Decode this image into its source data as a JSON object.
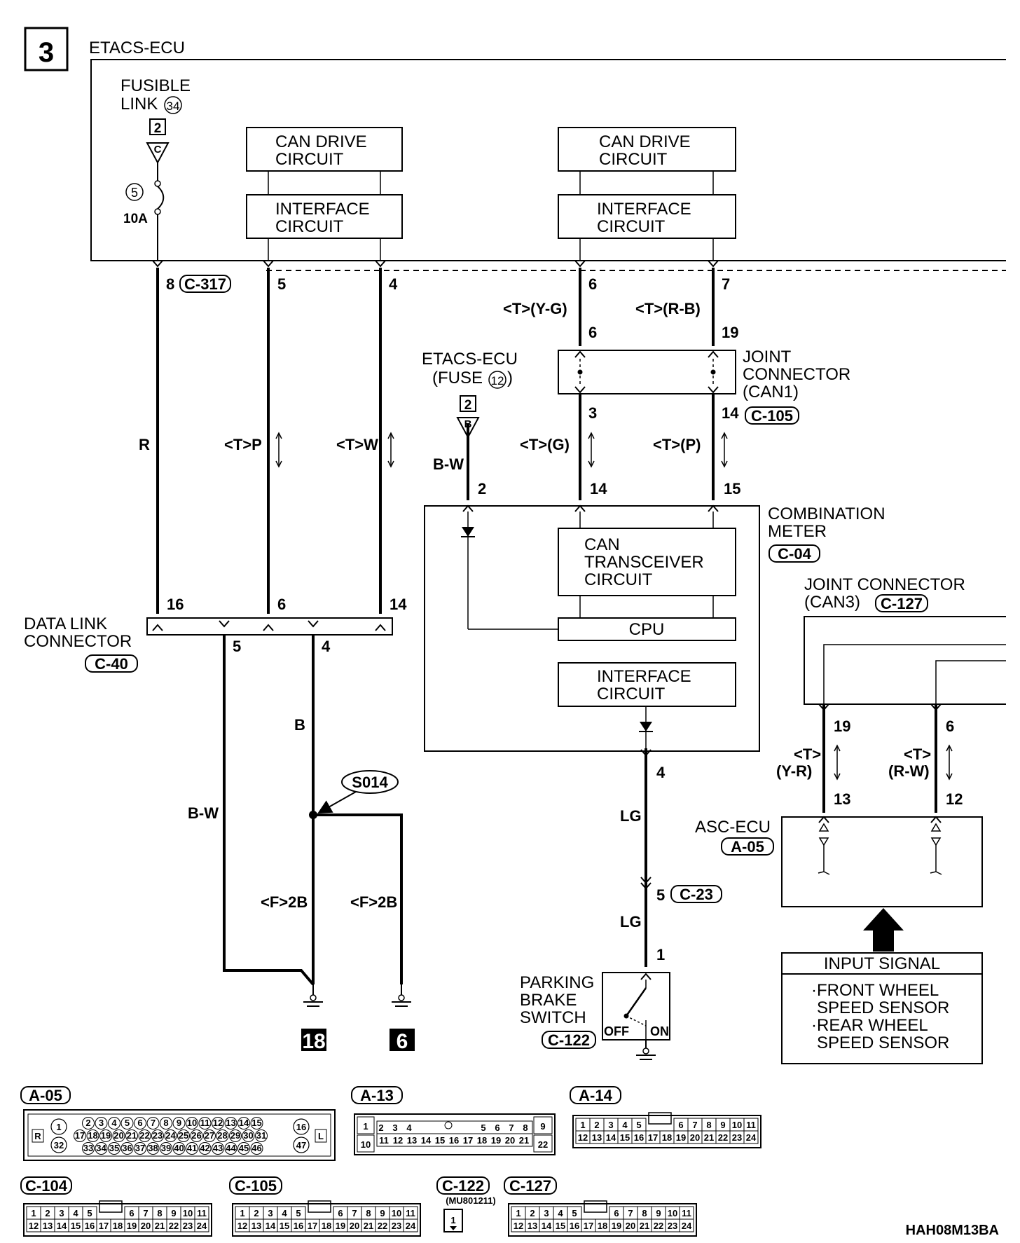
{
  "page_number": "3",
  "diagram_code": "HAH08M13BA",
  "etacs": {
    "title": "ETACS-ECU",
    "fusible_link": [
      "FUSIBLE",
      "LINK"
    ],
    "fusible_link_number": "34",
    "fuse_number": "5",
    "fuse_rating": "10A",
    "source_2": "2",
    "source_c": "C",
    "can_drive": [
      "CAN DRIVE",
      "CIRCUIT"
    ],
    "interface": [
      "INTERFACE",
      "CIRCUIT"
    ],
    "connector": "C-317",
    "pins": [
      "8",
      "5",
      "4",
      "6",
      "7"
    ]
  },
  "wires": {
    "r": "R",
    "tp": "<T>P",
    "tw": "<T>W",
    "tyg": "<T>(Y-G)",
    "trb": "<T>(R-B)",
    "tg": "<T>(G)",
    "tpp": "<T>(P)",
    "bw": "B-W",
    "b": "B",
    "f2b_1": "<F>2B",
    "f2b_2": "<F>2B",
    "lg_1": "LG",
    "lg_2": "LG",
    "t_1": "<T>",
    "yr": "(Y-R)",
    "t_2": "<T>",
    "rw": "(R-W)"
  },
  "etacs_fuse": {
    "title": "ETACS-ECU",
    "fuse_label": "(FUSE",
    "fuse_number": "12",
    "fuse_close": ")",
    "source_2": "2",
    "source_b": "B"
  },
  "jc1": {
    "label": [
      "JOINT",
      "CONNECTOR",
      "(CAN1)"
    ],
    "connector": "C-105",
    "pins": [
      "6",
      "19",
      "3",
      "14"
    ]
  },
  "meter": {
    "label": [
      "COMBINATION",
      "METER"
    ],
    "connector": "C-04",
    "transceiver": [
      "CAN",
      "TRANSCEIVER",
      "CIRCUIT"
    ],
    "cpu": "CPU",
    "interface": [
      "INTERFACE",
      "CIRCUIT"
    ],
    "pins": [
      "2",
      "14",
      "15",
      "4"
    ]
  },
  "dlc": {
    "label": [
      "DATA LINK",
      "CONNECTOR"
    ],
    "connector": "C-40",
    "pins": [
      "16",
      "6",
      "14",
      "5",
      "4"
    ]
  },
  "splice": "S014",
  "grounds": [
    "18",
    "6"
  ],
  "jc3": {
    "label": [
      "JOINT CONNECTOR",
      "(CAN3)"
    ],
    "connector": "C-127",
    "pins": [
      "19",
      "6"
    ]
  },
  "asc": {
    "label": "ASC-ECU",
    "connector": "A-05",
    "pins": [
      "13",
      "12"
    ]
  },
  "input_signal": {
    "title": "INPUT SIGNAL",
    "lines": [
      "·FRONT WHEEL",
      "SPEED SENSOR",
      "·REAR WHEEL",
      "SPEED SENSOR"
    ]
  },
  "c23": {
    "pin": "5",
    "connector": "C-23",
    "pin_out": "1"
  },
  "pb_switch": {
    "label": [
      "PARKING",
      "BRAKE",
      "SWITCH"
    ],
    "connector": "C-122",
    "off": "OFF",
    "on": "ON"
  },
  "connector_views": {
    "a05": {
      "code": "A-05",
      "r": "R",
      "l": "L",
      "left_pins": [
        "1",
        "32"
      ],
      "right_pins": [
        "16",
        "47"
      ],
      "row1": [
        "2",
        "3",
        "4",
        "5",
        "6",
        "7",
        "8",
        "9",
        "10",
        "11",
        "12",
        "13",
        "14",
        "15"
      ],
      "row2": [
        "17",
        "18",
        "19",
        "20",
        "21",
        "22",
        "23",
        "24",
        "25",
        "26",
        "27",
        "28",
        "29",
        "30",
        "31"
      ],
      "row3": [
        "33",
        "34",
        "35",
        "36",
        "37",
        "38",
        "39",
        "40",
        "41",
        "42",
        "43",
        "44",
        "45",
        "46"
      ]
    },
    "a13": {
      "code": "A-13",
      "row1": [
        "1",
        "2",
        "3",
        "4",
        "",
        "5",
        "6",
        "7",
        "8",
        "9"
      ],
      "row2": [
        "10",
        "11",
        "12",
        "13",
        "14",
        "15",
        "16",
        "17",
        "18",
        "19",
        "20",
        "21",
        "22"
      ]
    },
    "a14": {
      "code": "A-14"
    },
    "c104": {
      "code": "C-104"
    },
    "c105": {
      "code": "C-105"
    },
    "c122": {
      "code": "C-122",
      "part": "(MU801211)",
      "pin": "1"
    },
    "c127": {
      "code": "C-127"
    },
    "grid24": {
      "row1": [
        "1",
        "2",
        "3",
        "4",
        "5",
        "6",
        "7",
        "8",
        "9",
        "10",
        "11"
      ],
      "row2": [
        "12",
        "13",
        "14",
        "15",
        "16",
        "17",
        "18",
        "19",
        "20",
        "21",
        "22",
        "23",
        "24"
      ]
    }
  }
}
